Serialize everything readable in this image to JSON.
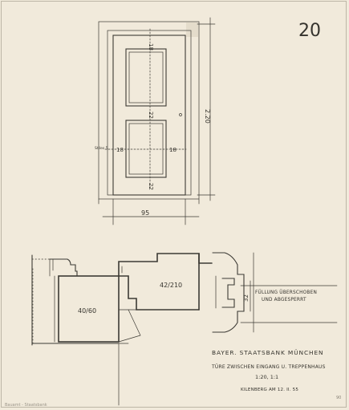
{
  "sheet": {
    "number": "20",
    "stamp": "Bauamt - Staatsbank",
    "corner_mark": "90"
  },
  "elevation": {
    "dimensions": {
      "top_rail": "18",
      "middle_rail": "22",
      "bottom_rail": "22",
      "left_stile": "18",
      "right_stile": "18",
      "height": "2.20",
      "width": "95",
      "stile_note": "Stiles 5"
    }
  },
  "sections": {
    "frame_section": "40/60",
    "leaf_section": "42/210",
    "panel_dimension": "32",
    "panel_note_line1": "FÜLLUNG ÜBERSCHOBEN",
    "panel_note_line2": "UND ABGESPERRT"
  },
  "title_block": {
    "line1": "BAYER. STAATSBANK MÜNCHEN",
    "line2": "TÜRE ZWISCHEN EINGANG U. TREPPENHAUS",
    "line3": "1:20, 1:1",
    "line4": "KILENBERG AM 12. II. 55"
  }
}
